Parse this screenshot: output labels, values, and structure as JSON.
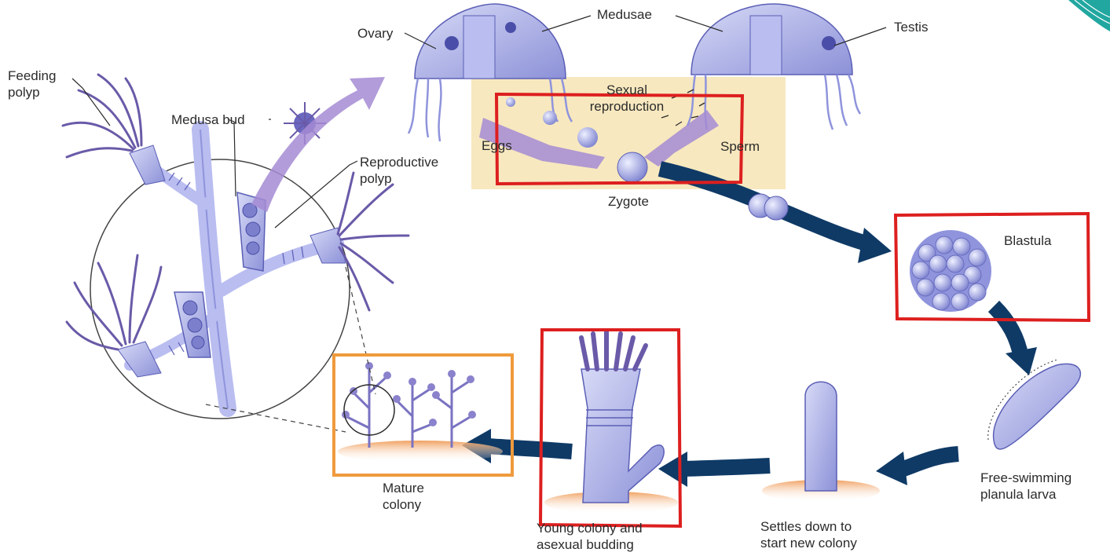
{
  "colors": {
    "tissue": "#a9aee8",
    "tissue_dark": "#5b5fb5",
    "tentacle": "#6a5aa8",
    "arrow_dark": "#0f3a66",
    "arrow_light": "#a48bd3",
    "sand": "#e8894a",
    "highlight_bg": "#f7e8bf",
    "box_red": "#dd1f1f",
    "box_orange": "#ef9a3c",
    "corner_icon": "#21a7a0"
  },
  "labels": {
    "feeding_polyp": "Feeding\npolyp",
    "medusa_bud": "Medusa bud",
    "reproductive_polyp": "Reproductive\npolyp",
    "ovary": "Ovary",
    "medusae": "Medusae",
    "testis": "Testis",
    "sexual_reproduction": "Sexual\nreproduction",
    "eggs": "Eggs",
    "sperm": "Sperm",
    "zygote": "Zygote",
    "blastula": "Blastula",
    "planula_larva": "Free-swimming\nplanula larva",
    "settles_down": "Settles down to\nstart new colony",
    "young_colony": "Young colony and\nasexual budding",
    "mature_colony": "Mature\ncolony"
  },
  "icons": {
    "corner": "leaf-icon"
  }
}
